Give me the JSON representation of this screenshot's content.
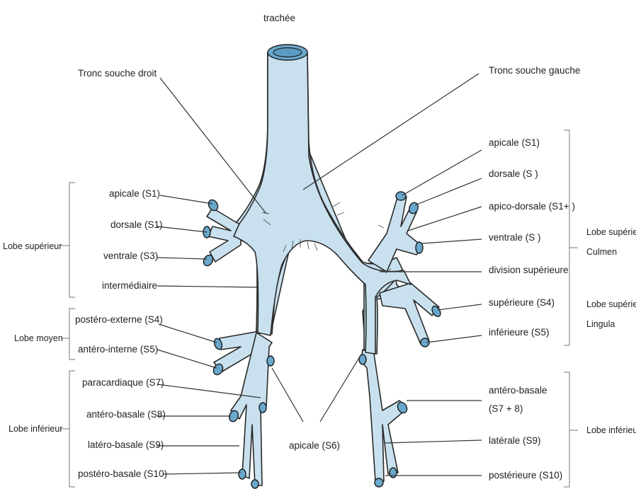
{
  "title": "trachée",
  "colors": {
    "airway": "#c9e1ee",
    "lumen": "#6aa7cc",
    "outline": "#2a2a2a"
  },
  "left": {
    "tronc": "Tronc souche droit",
    "labels": [
      "apicale (S1)",
      "dorsale (S1)",
      "ventrale (S3)",
      "intermédiaire",
      "postéro-externe (S4)",
      "antéro-interne (S5)",
      "paracardiaque (S7)",
      "antéro-basale (S8)",
      "latéro-basale (S9)",
      "postéro-basale (S10)"
    ],
    "lobes": [
      "Lobe supérieur",
      "Lobe moyen",
      "Lobe inférieur"
    ]
  },
  "right": {
    "tronc": "Tronc souche gauche",
    "labels": [
      "apicale (S1)",
      "dorsale (S )",
      "apico-dorsale (S1+ )",
      "ventrale (S )",
      "division supérieure",
      "supérieure (S4)",
      "inférieure (S5)",
      "antéro-basale",
      "(S7 + 8)",
      "latérale (S9)",
      "postérieure (S10)"
    ],
    "lobes": {
      "superieur_culmen": [
        "Lobe supérieur",
        "Culmen"
      ],
      "superieur_lingula": [
        "Lobe supérieur",
        "Lingula"
      ],
      "inferieur": "Lobe inférieur"
    }
  },
  "center": {
    "apicale": "apicale (S6)"
  }
}
